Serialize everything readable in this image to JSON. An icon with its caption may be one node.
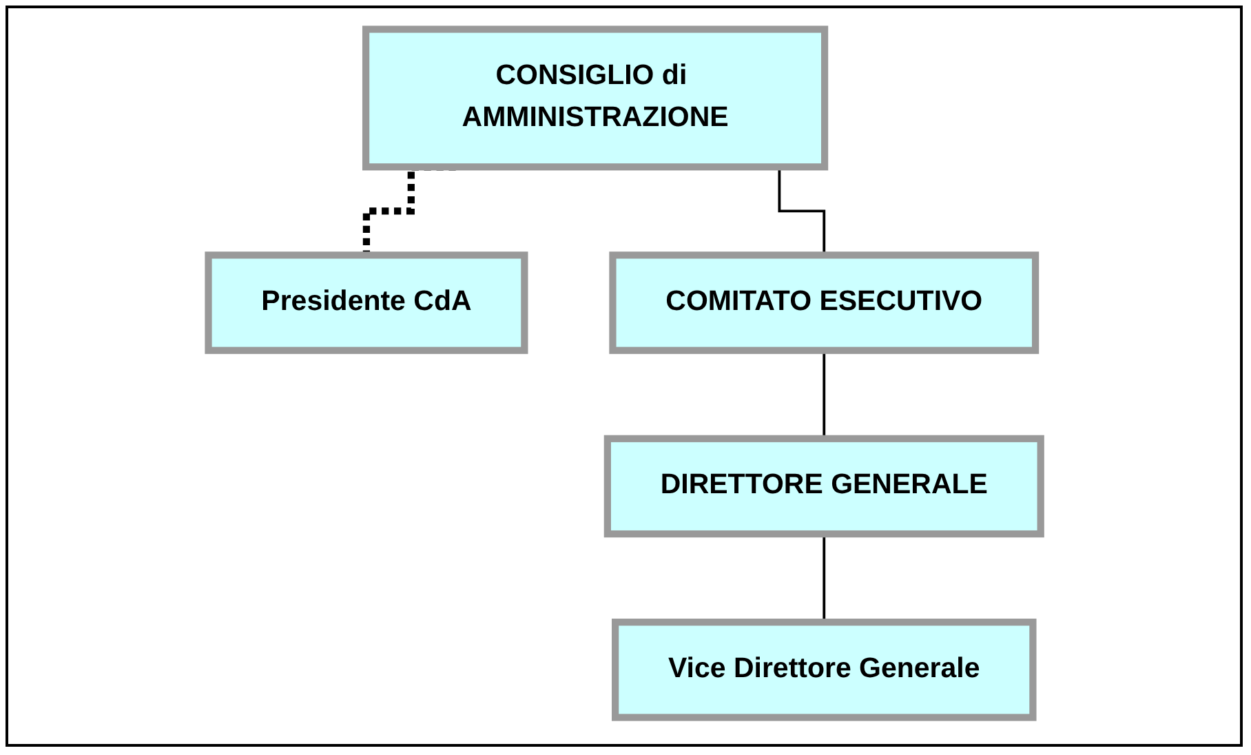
{
  "diagram": {
    "nodes": [
      {
        "text": [
          "CONSIGLIO di AMMINISTRAZIONE"
        ]
      },
      {
        "text": [
          "Presidente CdA"
        ]
      },
      {
        "text": [
          "COMITATO ESECUTIVO"
        ]
      },
      {
        "text": [
          "DIRETTORE GENERALE"
        ]
      },
      {
        "text": [
          "Vice Direttore Generale"
        ]
      }
    ],
    "edges": [
      {
        "from": 0,
        "to": 1,
        "arrow": "none",
        "style": "dashed"
      },
      {
        "from": 0,
        "to": 2,
        "arrow": "none"
      },
      {
        "from": 2,
        "to": 3,
        "arrow": "none"
      },
      {
        "from": 3,
        "to": 4,
        "arrow": "none"
      }
    ]
  }
}
